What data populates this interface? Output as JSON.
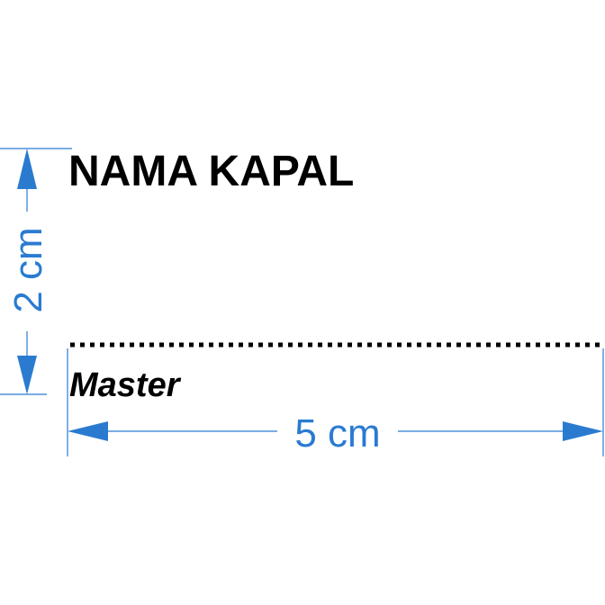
{
  "label": {
    "ship_name": "NAMA KAPAL",
    "master": "Master"
  },
  "dimensions": {
    "height": "2 cm",
    "width": "5 cm"
  },
  "colors": {
    "dimension": "#2a7bd0",
    "text": "#000000"
  }
}
